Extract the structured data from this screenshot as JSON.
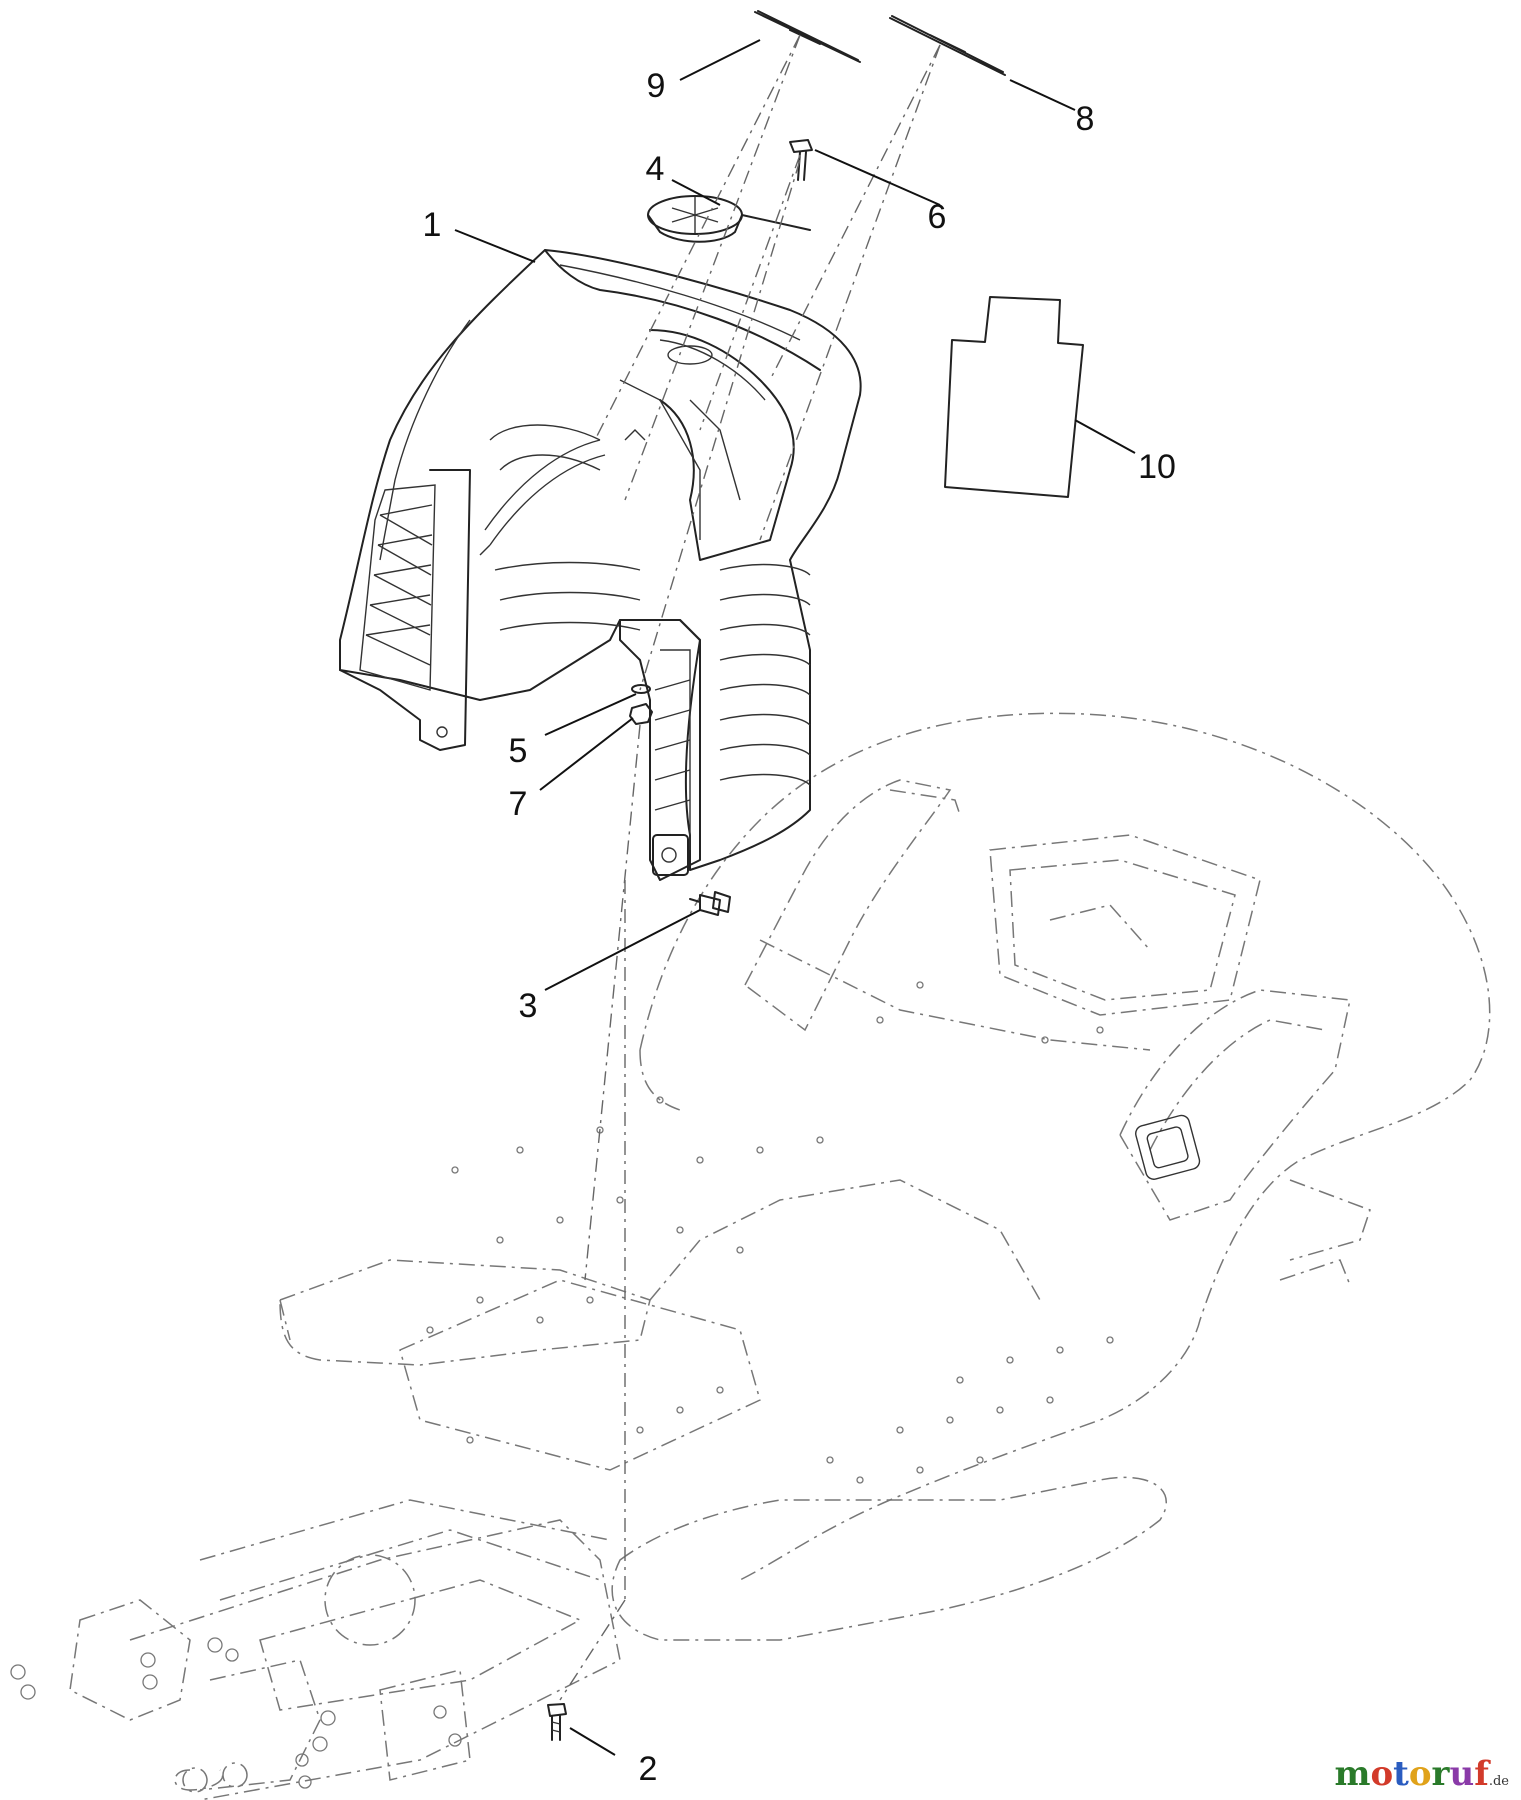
{
  "callouts": {
    "c1": "1",
    "c2": "2",
    "c3": "3",
    "c4": "4",
    "c5": "5",
    "c6": "6",
    "c7": "7",
    "c8": "8",
    "c9": "9",
    "c10": "10"
  },
  "watermark": {
    "letters": [
      "m",
      "o",
      "t",
      "o",
      "r",
      "u",
      "f"
    ],
    "colors": [
      "#2a7a2a",
      "#d23a2a",
      "#2a5cc0",
      "#e0a21a",
      "#2a7a2a",
      "#8a3aa8",
      "#d23a2a"
    ],
    "tld": ".de"
  }
}
